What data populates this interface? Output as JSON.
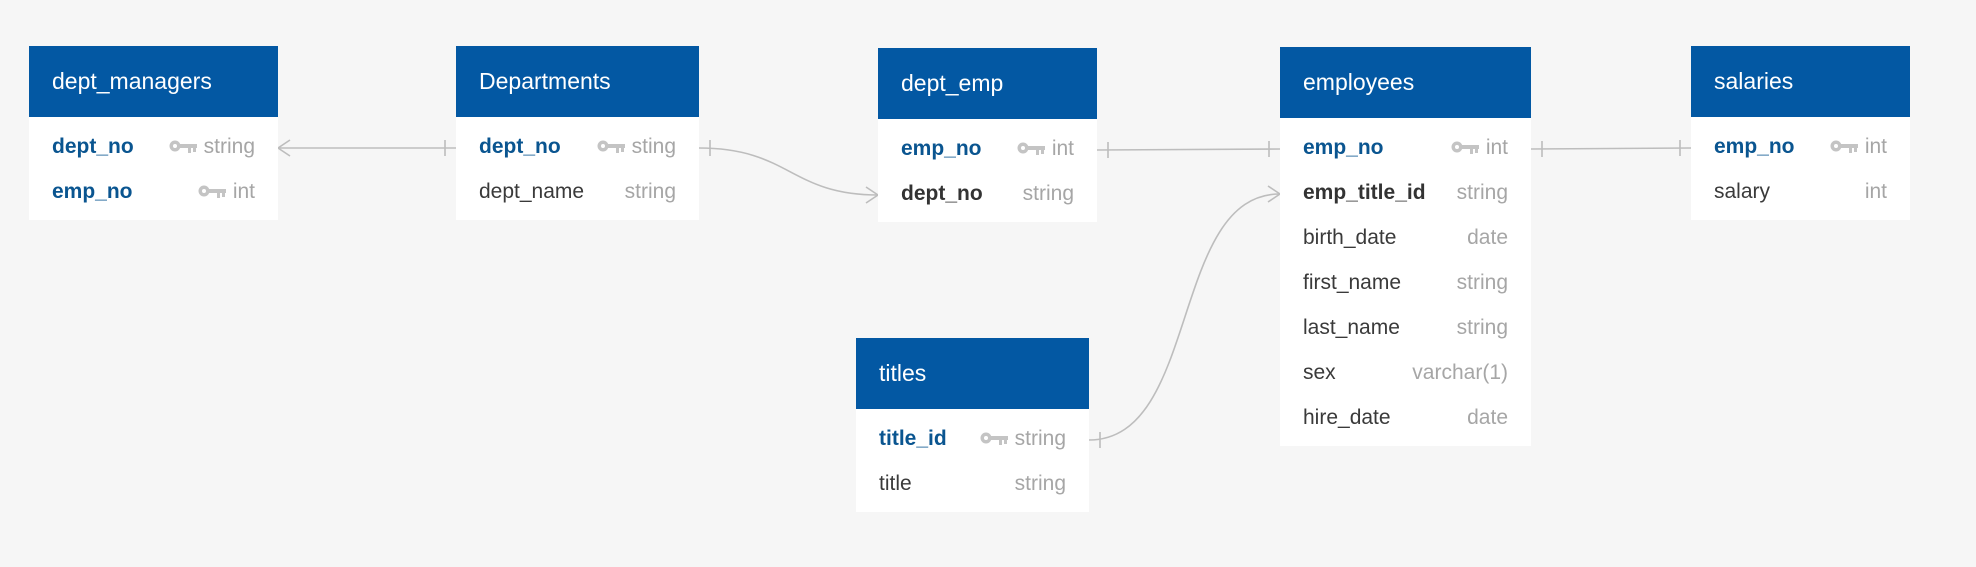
{
  "colors": {
    "background": "#f6f6f6",
    "header": "#0358a3",
    "primary_key_text": "#0a5590",
    "type_text": "#a6a6a6",
    "connector": "#bdbdbd"
  },
  "entities": [
    {
      "id": "dept_managers",
      "title": "dept_managers",
      "fields": [
        {
          "name": "dept_no",
          "type": "string",
          "key": "pk"
        },
        {
          "name": "emp_no",
          "type": "int",
          "key": "pk"
        }
      ]
    },
    {
      "id": "departments",
      "title": "Departments",
      "fields": [
        {
          "name": "dept_no",
          "type": "sting",
          "key": "pk"
        },
        {
          "name": "dept_name",
          "type": "string",
          "key": ""
        }
      ]
    },
    {
      "id": "dept_emp",
      "title": "dept_emp",
      "fields": [
        {
          "name": "emp_no",
          "type": "int",
          "key": "pk"
        },
        {
          "name": "dept_no",
          "type": "string",
          "key": "fk"
        }
      ]
    },
    {
      "id": "employees",
      "title": "employees",
      "fields": [
        {
          "name": "emp_no",
          "type": "int",
          "key": "pk"
        },
        {
          "name": "emp_title_id",
          "type": "string",
          "key": "fk"
        },
        {
          "name": "birth_date",
          "type": "date",
          "key": ""
        },
        {
          "name": "first_name",
          "type": "string",
          "key": ""
        },
        {
          "name": "last_name",
          "type": "string",
          "key": ""
        },
        {
          "name": "sex",
          "type": "varchar(1)",
          "key": ""
        },
        {
          "name": "hire_date",
          "type": "date",
          "key": ""
        }
      ]
    },
    {
      "id": "salaries",
      "title": "salaries",
      "fields": [
        {
          "name": "emp_no",
          "type": "int",
          "key": "pk"
        },
        {
          "name": "salary",
          "type": "int",
          "key": ""
        }
      ]
    },
    {
      "id": "titles",
      "title": "titles",
      "fields": [
        {
          "name": "title_id",
          "type": "string",
          "key": "pk"
        },
        {
          "name": "title",
          "type": "string",
          "key": ""
        }
      ]
    }
  ],
  "relationships": [
    {
      "from": "dept_managers.dept_no",
      "to": "departments.dept_no",
      "from_end": "many",
      "to_end": "one"
    },
    {
      "from": "departments.dept_no",
      "to": "dept_emp.dept_no",
      "from_end": "one",
      "to_end": "many"
    },
    {
      "from": "dept_emp.emp_no",
      "to": "employees.emp_no",
      "from_end": "one",
      "to_end": "one"
    },
    {
      "from": "employees.emp_no",
      "to": "salaries.emp_no",
      "from_end": "one",
      "to_end": "one"
    },
    {
      "from": "titles.title_id",
      "to": "employees.emp_title_id",
      "from_end": "one",
      "to_end": "many"
    }
  ]
}
